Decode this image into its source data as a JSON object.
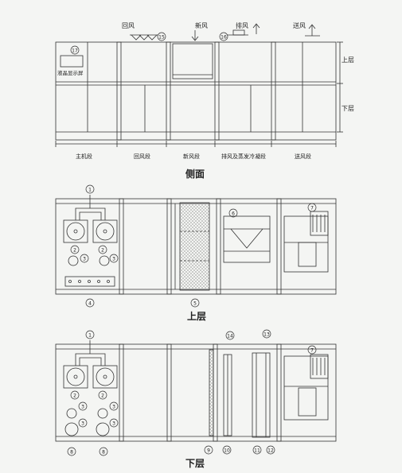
{
  "side_view": {
    "title": "侧面",
    "top_labels": {
      "return_air": "回风",
      "fresh_air": "新风",
      "exhaust_air": "排风",
      "supply_air": "送风"
    },
    "level_labels": {
      "upper": "上层",
      "lower": "下层"
    },
    "display_label": "液晶显示屏",
    "sections": [
      "主机段",
      "回风段",
      "新风段",
      "排风及蒸发冷凝段",
      "送风段"
    ],
    "callouts": [
      "15",
      "16",
      "17"
    ]
  },
  "upper_plan": {
    "title": "上层",
    "callouts": [
      "1",
      "2",
      "3",
      "4",
      "5",
      "6",
      "7"
    ]
  },
  "lower_plan": {
    "title": "下层",
    "callouts": [
      "1",
      "2",
      "3",
      "7",
      "8",
      "9",
      "10",
      "11",
      "12",
      "13",
      "14"
    ]
  },
  "colors": {
    "line": "#333333",
    "paper": "#f4f5f3",
    "filter": "#bbbbbb"
  }
}
